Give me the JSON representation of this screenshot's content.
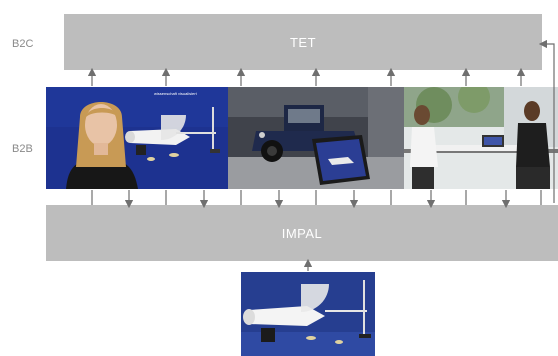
{
  "levels": {
    "b2c_label": "B2C",
    "b2b_label": "B2B"
  },
  "boxes": {
    "tet_label": "TET",
    "impal_label": "IMPAL"
  },
  "colors": {
    "box_fill": "#bdbdbd",
    "box_text": "#ffffff",
    "arrow": "#6f6f6f",
    "label": "#8a8a8a",
    "photo_blue": "#1c2f86"
  },
  "images": {
    "presenter": "presenter-video-frame",
    "car": "vintage-car-showroom-tablet",
    "office": "office-workers-with-laptop",
    "model": "physics-model-on-table"
  }
}
